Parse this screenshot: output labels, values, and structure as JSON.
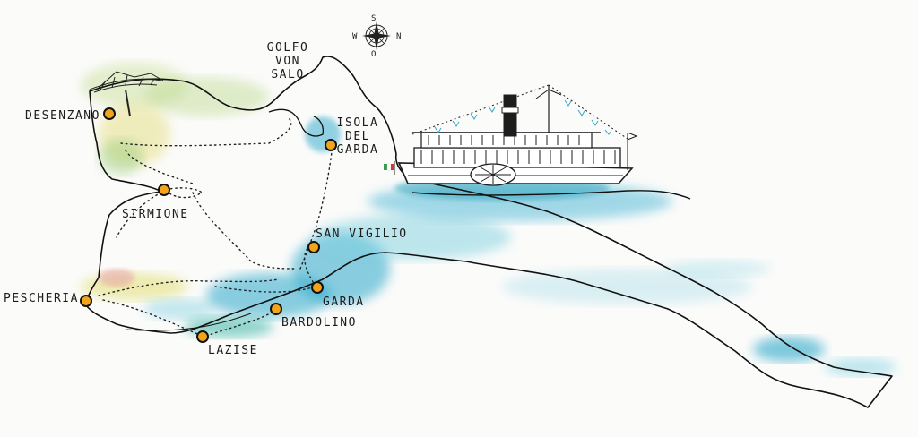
{
  "map": {
    "colors": {
      "water": "#2aa7c9",
      "water_light": "#7fd0e0",
      "land_green": "#b7d58a",
      "land_yellow": "#e6e08a",
      "coast": "#111111",
      "marker": "#f2a51a"
    },
    "places": [
      {
        "key": "desenzano",
        "label": "DESENZANO"
      },
      {
        "key": "golfo",
        "lines": [
          "GOLFO",
          "VON",
          "SALO"
        ]
      },
      {
        "key": "isola",
        "lines": [
          "ISOLA",
          "DEL",
          "GARDA"
        ]
      },
      {
        "key": "sirmione",
        "label": "SIRMIONE"
      },
      {
        "key": "san_vigilio",
        "label": "SAN VIGILIO"
      },
      {
        "key": "pescheria",
        "label": "PESCHERIA"
      },
      {
        "key": "garda",
        "label": "GARDA"
      },
      {
        "key": "bardolino",
        "label": "BARDOLINO"
      },
      {
        "key": "lazise",
        "label": "LAZISE"
      }
    ],
    "compass": {
      "letters": [
        "S",
        "W",
        "N",
        "O"
      ]
    },
    "icons": [
      "compass-rose-icon",
      "steamboat-icon",
      "italian-flag-icon",
      "tree-icon",
      "harbor-marker-icon"
    ]
  }
}
